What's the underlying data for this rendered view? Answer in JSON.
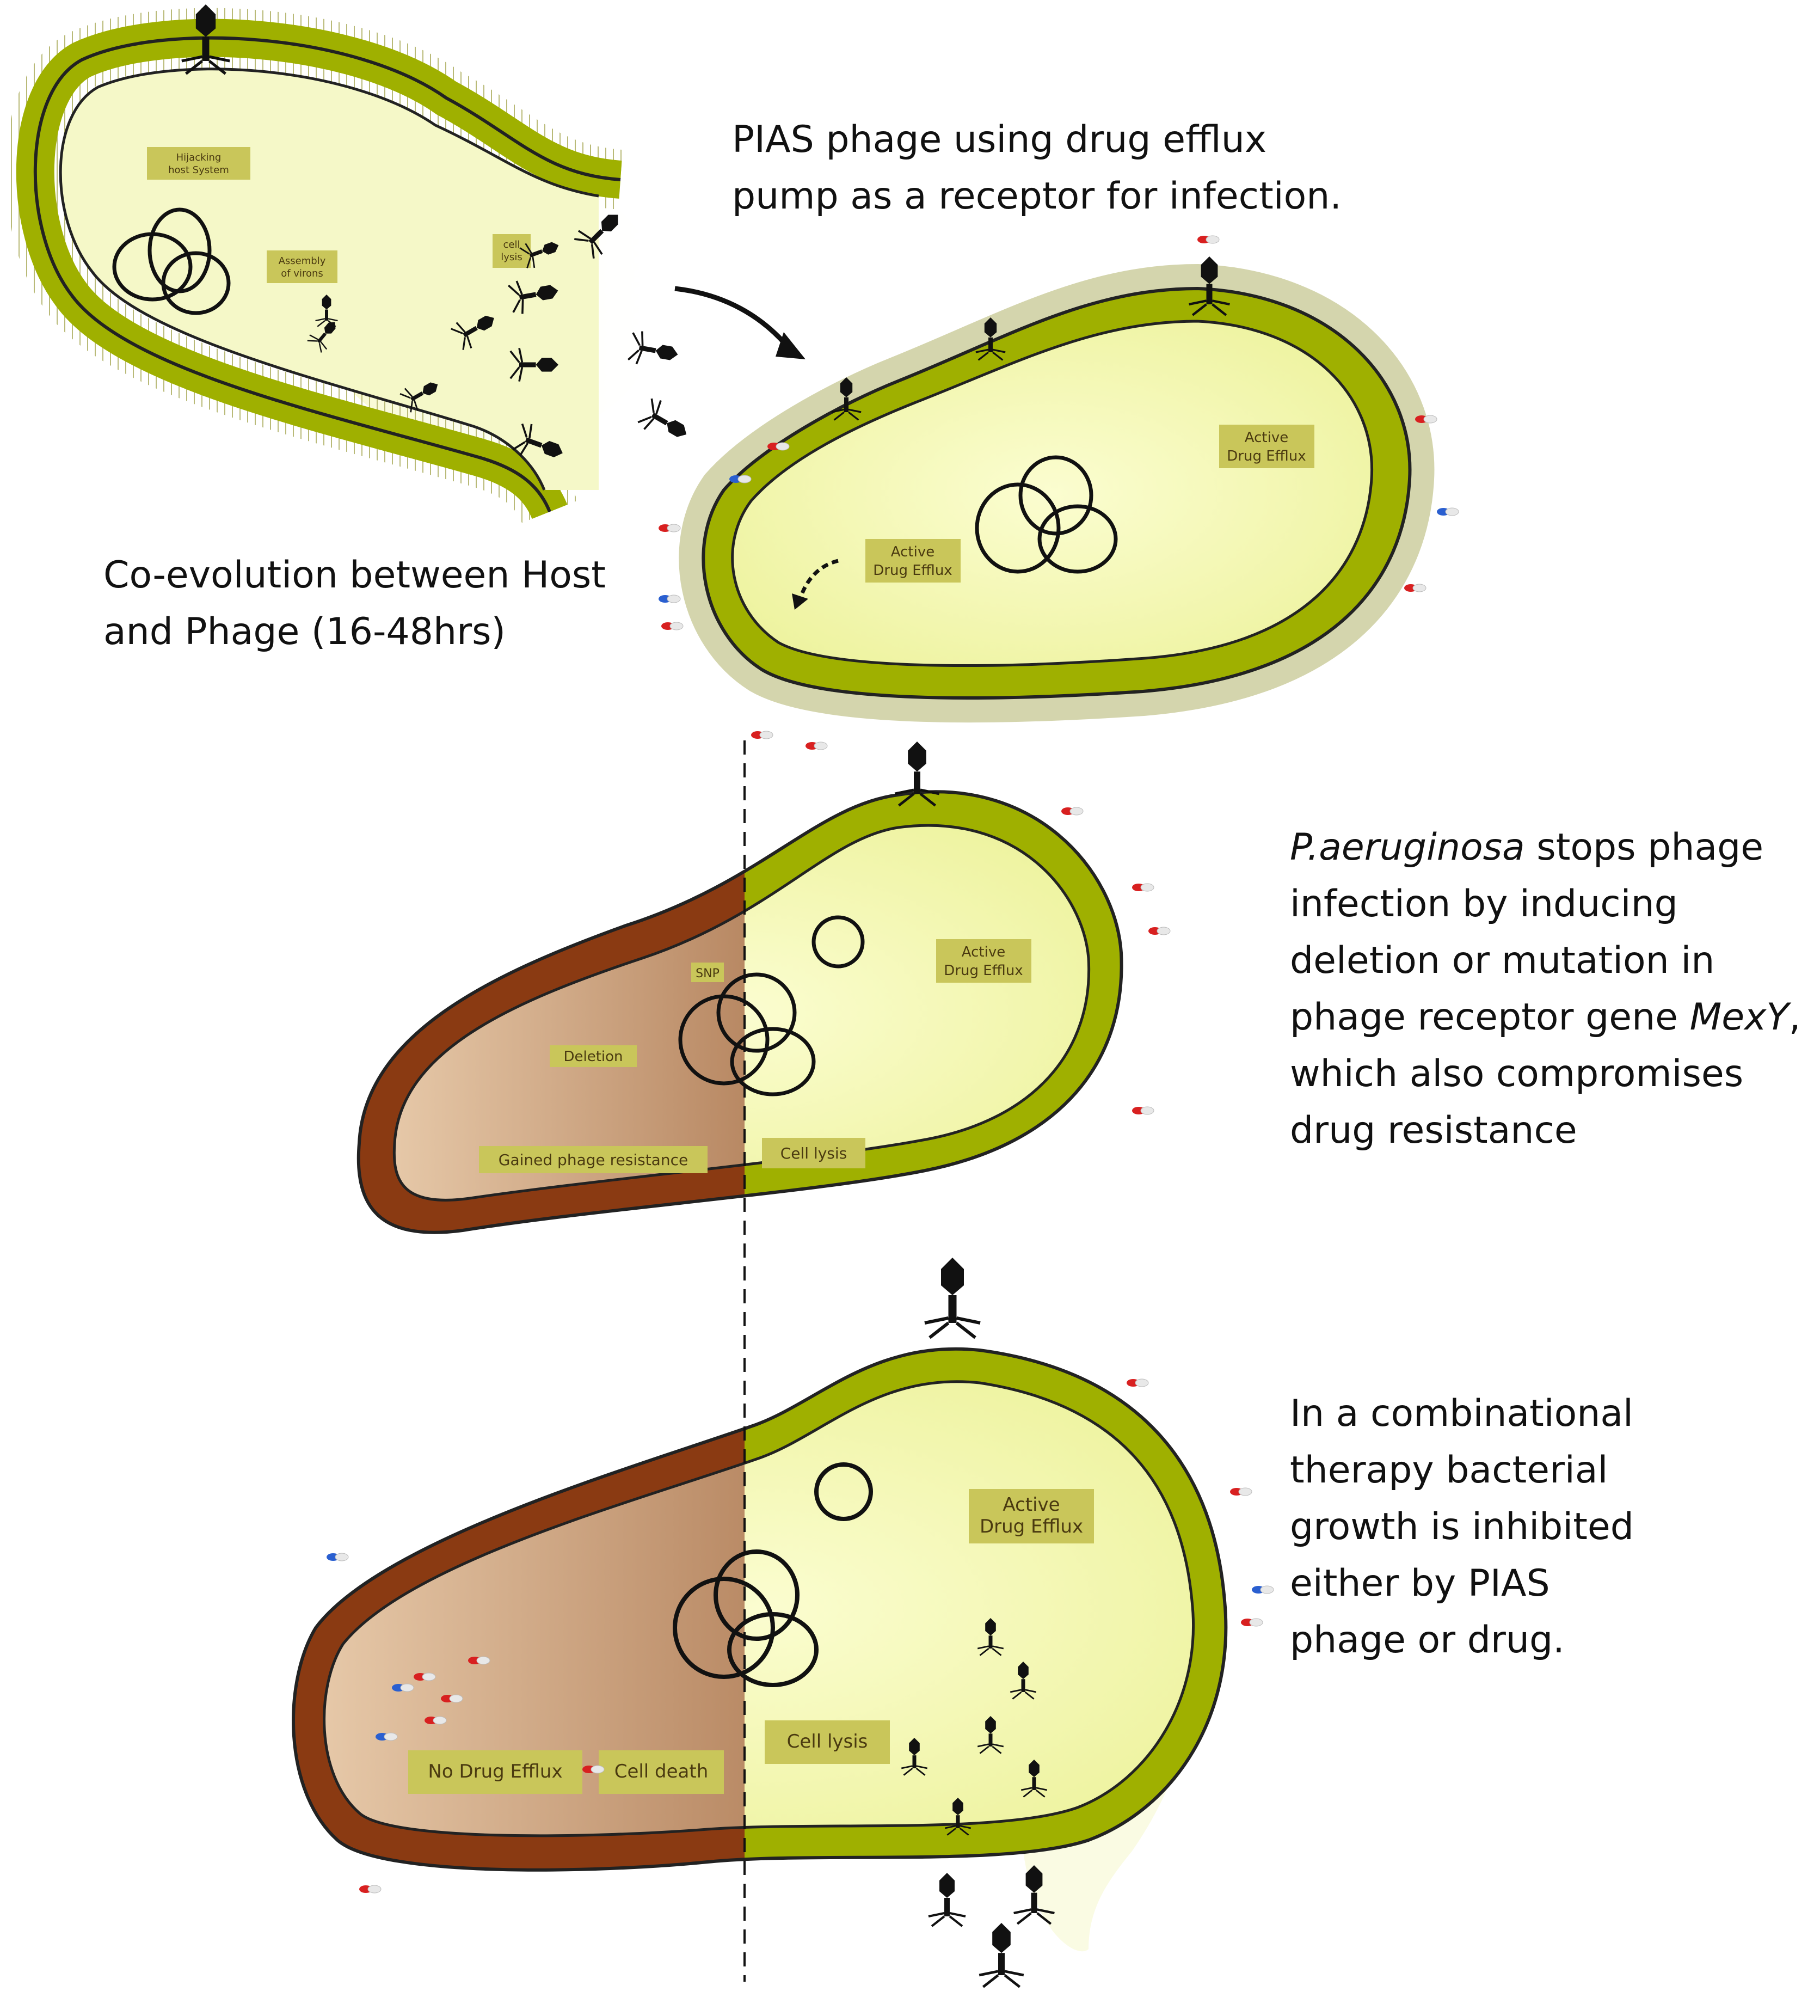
{
  "captions": {
    "top_right": [
      "PIAS phage using drug efflux",
      "pump as a receptor for infection."
    ],
    "left_mid": [
      "Co-evolution between Host",
      "and Phage (16-48hrs)"
    ],
    "right_mid": {
      "line1_italic": "P.aeruginosa",
      "line1_rest": " stops phage",
      "line2": "infection by inducing",
      "line3": "deletion or mutation in",
      "line4_text": "phage receptor gene ",
      "line4_italic": "MexY",
      "line4_end": ",",
      "line5": "which also compromises",
      "line6": "drug resistance"
    },
    "right_bottom": [
      "In a combinational",
      "therapy bacterial",
      "growth is inhibited",
      "either by PIAS",
      "phage or drug."
    ]
  },
  "cell1": {
    "hijacking": [
      "Hijacking",
      "host System"
    ],
    "assembly": [
      "Assembly",
      "of virons"
    ],
    "lysis": [
      "cell",
      "lysis"
    ]
  },
  "cell2": {
    "efflux_left": [
      "Active",
      "Drug Efflux"
    ],
    "efflux_right": [
      "Active",
      "Drug Efflux"
    ]
  },
  "cell3": {
    "snp": "SNP",
    "deletion": "Deletion",
    "gained": "Gained phage resistance",
    "lysis": "Cell lysis",
    "efflux": [
      "Active",
      "Drug Efflux"
    ]
  },
  "cell4": {
    "no_efflux": "No Drug Efflux",
    "death": "Cell death",
    "lysis": "Cell lysis",
    "efflux": [
      "Active",
      "Drug Efflux"
    ]
  },
  "colors": {
    "wall": "#9fb000",
    "cytoplasm": "#f4f7b0",
    "resistant": "#8a3a12",
    "label_box": "#c9c65a"
  }
}
